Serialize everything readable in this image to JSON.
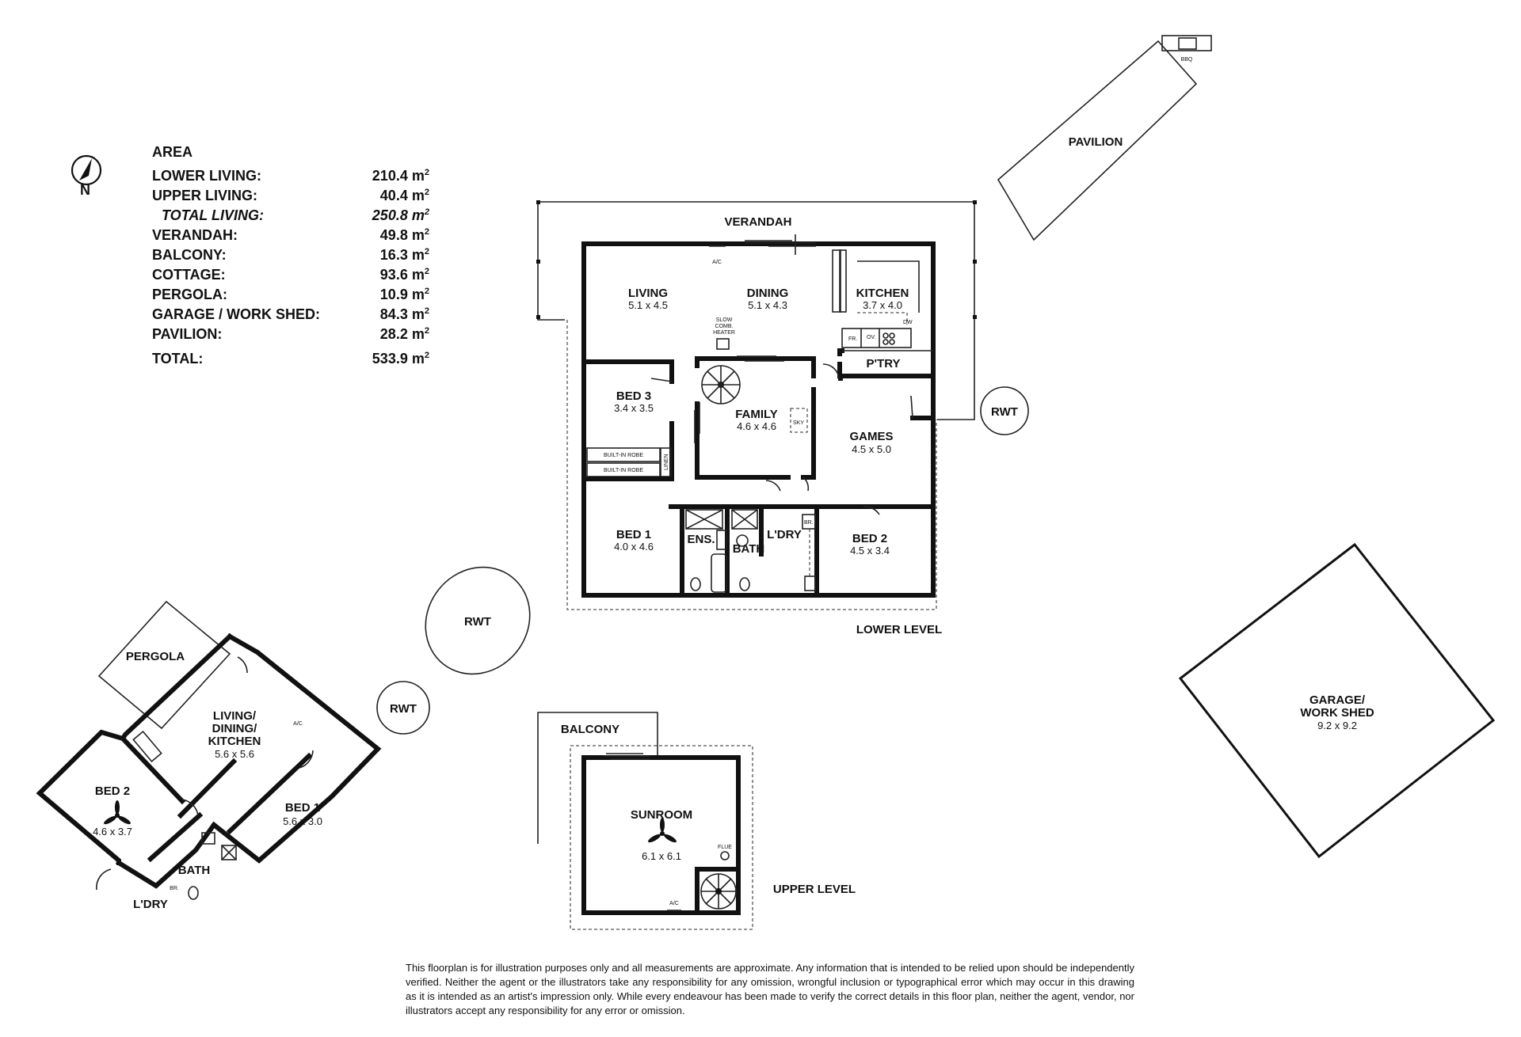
{
  "area": {
    "heading": "AREA",
    "rows": [
      {
        "label": "LOWER LIVING:",
        "value": "210.4",
        "unit": "m",
        "sup": "2"
      },
      {
        "label": "UPPER LIVING:",
        "value": "40.4",
        "unit": "m",
        "sup": "2"
      },
      {
        "label": "TOTAL LIVING:",
        "value": "250.8",
        "unit": "m",
        "sup": "2"
      },
      {
        "label": "VERANDAH:",
        "value": "49.8",
        "unit": "m",
        "sup": "2"
      },
      {
        "label": "BALCONY:",
        "value": "16.3",
        "unit": "m",
        "sup": "2"
      },
      {
        "label": "COTTAGE:",
        "value": "93.6",
        "unit": "m",
        "sup": "2"
      },
      {
        "label": "PERGOLA:",
        "value": "10.9",
        "unit": "m",
        "sup": "2"
      },
      {
        "label": "GARAGE / WORK SHED:",
        "value": "84.3",
        "unit": "m",
        "sup": "2"
      },
      {
        "label": "PAVILION:",
        "value": "28.2",
        "unit": "m",
        "sup": "2"
      },
      {
        "label": "TOTAL:",
        "value": "533.9",
        "unit": "m",
        "sup": "2"
      }
    ]
  },
  "compass": {
    "label": "N",
    "icon": "north-arrow-icon"
  },
  "lower_level": {
    "label": "LOWER LEVEL",
    "verandah": "VERANDAH",
    "ac": "A/C",
    "heater": [
      "SLOW",
      "COMB.",
      "HEATER"
    ],
    "fixtures": {
      "fr": "FR.",
      "ov": "OV.",
      "dw": "DW",
      "sky": "SKY",
      "linen": "LINEN",
      "robe1": "BUILT-IN ROBE",
      "robe2": "BUILT-IN ROBE",
      "br": "BR."
    },
    "rooms": {
      "living": {
        "name": "LIVING",
        "dim": "5.1 x 4.5"
      },
      "dining": {
        "name": "DINING",
        "dim": "5.1 x 4.3"
      },
      "kitchen": {
        "name": "KITCHEN",
        "dim": "3.7 x 4.0"
      },
      "pantry": {
        "name": "P'TRY"
      },
      "bed3": {
        "name": "BED 3",
        "dim": "3.4 x 3.5"
      },
      "family": {
        "name": "FAMILY",
        "dim": "4.6 x 4.6"
      },
      "games": {
        "name": "GAMES",
        "dim": "4.5 x 5.0"
      },
      "bed1": {
        "name": "BED 1",
        "dim": "4.0 x 4.6"
      },
      "ens": {
        "name": "ENS."
      },
      "bath": {
        "name": "BATH"
      },
      "ldry": {
        "name": "L'DRY"
      },
      "bed2": {
        "name": "BED 2",
        "dim": "4.5 x 3.4"
      }
    }
  },
  "upper_level": {
    "label": "UPPER  LEVEL",
    "balcony": "BALCONY",
    "sunroom": {
      "name": "SUNROOM",
      "dim": "6.1 x 6.1"
    },
    "flue": "FLUE",
    "ac": "A/C"
  },
  "cottage": {
    "pergola": "PERGOLA",
    "living": {
      "name": [
        "LIVING/",
        "DINING/",
        "KITCHEN"
      ],
      "dim": "5.6 x 5.6"
    },
    "bed2": {
      "name": "BED 2",
      "dim": "4.6 x 3.7"
    },
    "bed1": {
      "name": "BED 1",
      "dim": "5.6 x 3.0"
    },
    "bath": "BATH",
    "ldry": "L'DRY",
    "br": "BR.",
    "ac": "A/C"
  },
  "outbuildings": {
    "pavilion": "PAVILION",
    "bbq": "BBQ",
    "garage": {
      "name": [
        "GARAGE/",
        "WORK SHED"
      ],
      "dim": "9.2 x 9.2"
    },
    "rwt": [
      "RWT",
      "RWT",
      "RWT"
    ]
  },
  "disclaimer": "This floorplan is for illustration purposes only and all measurements are approximate. Any information that is intended to be relied upon should be independently verified. Neither the agent or the illustrators take any responsibility for any omission, wrongful inclusion or typographical error which may occur in this drawing as it is intended as an artist's impression only. While every endeavour has been made to verify the correct details in this floor plan, neither the agent, vendor, nor illustrators accept any responsibility for any error or omission."
}
